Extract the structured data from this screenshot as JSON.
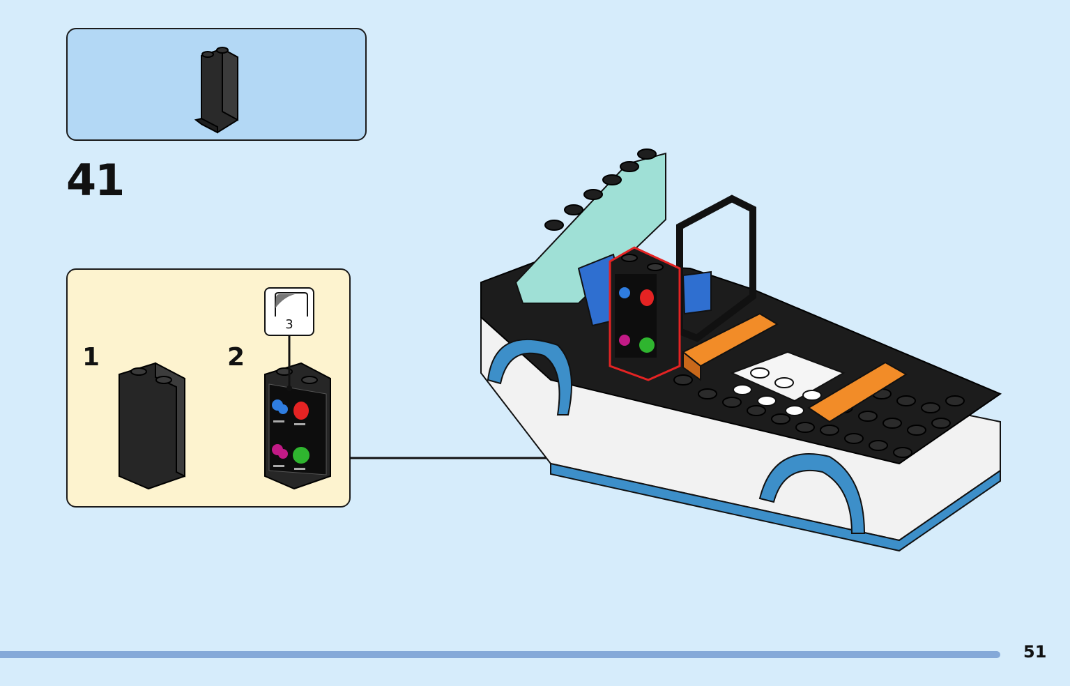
{
  "step": {
    "number": "41"
  },
  "substeps": [
    {
      "label": "1"
    },
    {
      "label": "2"
    }
  ],
  "sticker": {
    "sheet_number": "3"
  },
  "page": {
    "number": "51"
  },
  "icons": [
    "panel-brick-icon",
    "sticker-panel-icon",
    "sticker-sheet-icon",
    "car-model-icon",
    "arrow-up-icon"
  ],
  "colors": {
    "background": "#d6ecfb",
    "parts_box": "#b3d8f5",
    "substep_box": "#fdf3cf",
    "highlight": "#e52323",
    "progress": "#85a9d8"
  }
}
